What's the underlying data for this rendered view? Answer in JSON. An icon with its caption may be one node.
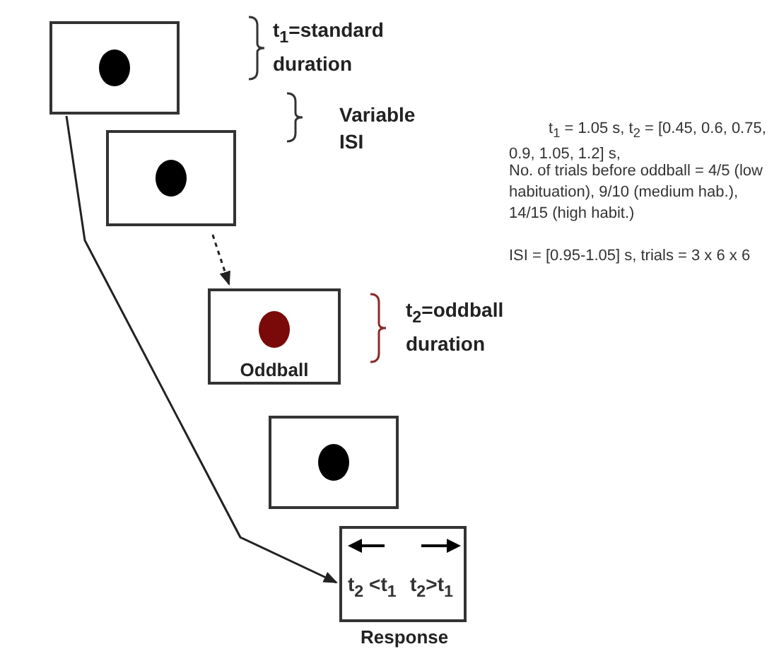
{
  "diagram": {
    "nodes": [
      {
        "text": [],
        "shape": "box"
      },
      {
        "text": [],
        "shape": "box"
      },
      {
        "text": [
          "Oddball"
        ]
      },
      {
        "text": [],
        "shape": "box"
      },
      {
        "text": [
          "t$_{2}$ <t$_{1}$",
          "t$_{2}$>t$_{1}$"
        ],
        "beside": [
          "Response"
        ]
      }
    ],
    "edges": [
      {
        "from": 1,
        "to": 2,
        "arrow": "to",
        "style": "dashed"
      },
      {
        "from": 0,
        "to": 4,
        "arrow": "to"
      }
    ],
    "labels": [
      "t$_{1}$=standard duration",
      "Variable ISI",
      "t$_{1}$ = 1.05 s, t$_{2}$ = [0.45, 0.6, 0.75, 0.9, 1.05, 1.2] s,",
      "No. of trials before oddball = 4/5 (low habituation), 9/10 (medium hab.), 14/15 (high habit.)",
      "ISI = [0.95-1.05] s, trials = 3 x 6 x 6",
      "t$_{2}$=oddball duration"
    ]
  }
}
